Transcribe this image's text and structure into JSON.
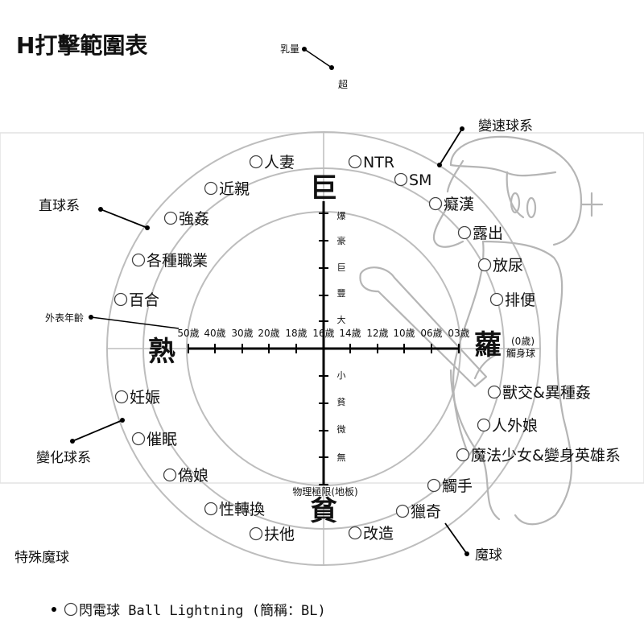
{
  "title": "H打擊範圍表",
  "big_labels": {
    "top": "巨",
    "bottom": "貧",
    "left": "熟",
    "right": "蘿"
  },
  "annotations": {
    "milk": "乳量",
    "super": "超",
    "age": "外表年齡",
    "zero_age": "(0歲)",
    "touch_ball": "觸身球",
    "physical_limit": "物理極限(地板)"
  },
  "vertical_scale_upper": [
    "爆",
    "豪",
    "巨",
    "豐",
    "大"
  ],
  "vertical_scale_lower": [
    "小",
    "貧",
    "微",
    "無"
  ],
  "age_ticks": [
    "50歲",
    "40歲",
    "30歲",
    "20歲",
    "18歲",
    "16歲",
    "14歲",
    "12歲",
    "10歲",
    "06歲",
    "03歲"
  ],
  "categories": {
    "straight": "直球系",
    "breaking": "變化球系",
    "changeup": "變速球系",
    "magic": "魔球",
    "special": "特殊魔球"
  },
  "options": {
    "wife": "人妻",
    "incest": "近親",
    "rape": "強姦",
    "professions": "各種職業",
    "yuri": "百合",
    "pregnant": "妊娠",
    "hypnosis": "催眠",
    "trap": "偽娘",
    "gender_swap": "性轉換",
    "futa": "扶他",
    "ntr": "NTR",
    "sm": "SM",
    "molester": "癡漢",
    "exposure": "露出",
    "urination": "放尿",
    "defecation": "排便",
    "bestiality": "獸交&異種姦",
    "nonhuman": "人外娘",
    "magical_girl": "魔法少女&變身英雄系",
    "tentacle": "觸手",
    "bizarre": "獵奇",
    "modification": "改造",
    "ball_lightning": "閃電球 Ball Lightning (簡稱：BL)"
  }
}
